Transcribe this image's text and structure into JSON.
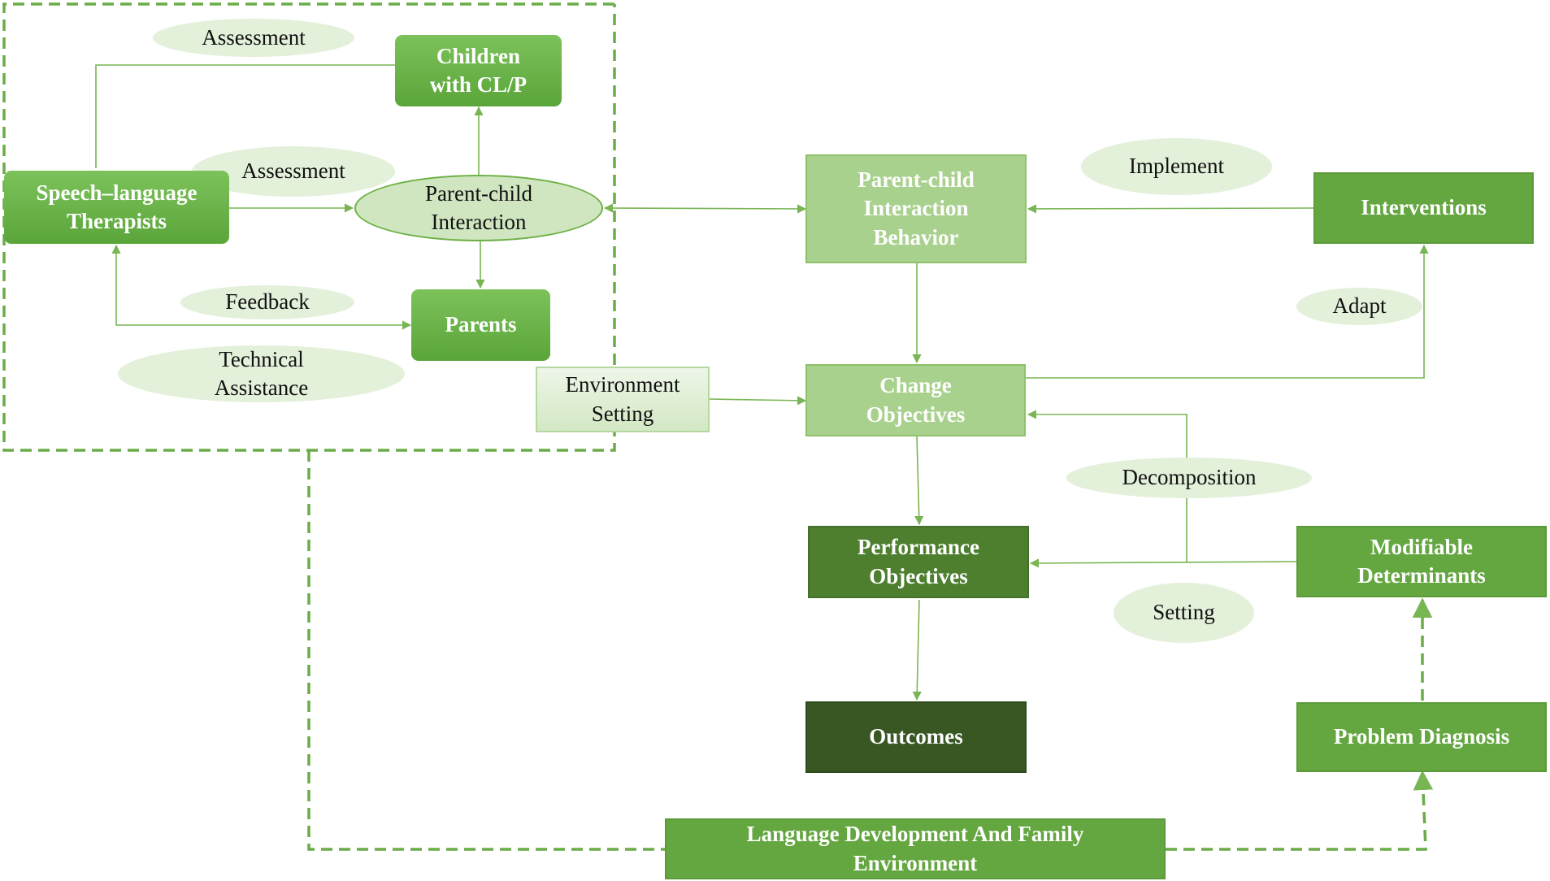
{
  "nodes": {
    "children_cl_p": "Children with CL/P",
    "slt": "Speech–language Therapists",
    "parent_child_interaction": "Parent-child Interaction",
    "parents": "Parents",
    "environment_setting": "Environment Setting",
    "pci_behavior": "Parent-child Interaction Behavior",
    "interventions": "Interventions",
    "change_objectives": "Change Objectives",
    "performance_objectives": "Performance Objectives",
    "modifiable_determinants": "Modifiable Determinants",
    "outcomes": "Outcomes",
    "problem_diagnosis": "Problem Diagnosis",
    "language_development": "Language Development And Family Environment"
  },
  "edge_labels": {
    "assessment_top": "Assessment",
    "assessment_mid": "Assessment",
    "feedback": "Feedback",
    "technical_assistance": "Technical Assistance",
    "implement": "Implement",
    "adapt": "Adapt",
    "decomposition": "Decomposition",
    "setting": "Setting"
  },
  "colors": {
    "arrow": "#78b553",
    "dashed_border": "#6aac48",
    "bright_green": "#6cb34a",
    "light_green": "#a9d18e",
    "mid_green": "#64a640",
    "dark_green": "#4e7f2f",
    "darkest_green": "#385723",
    "oval_fill": "#e3f0da"
  }
}
